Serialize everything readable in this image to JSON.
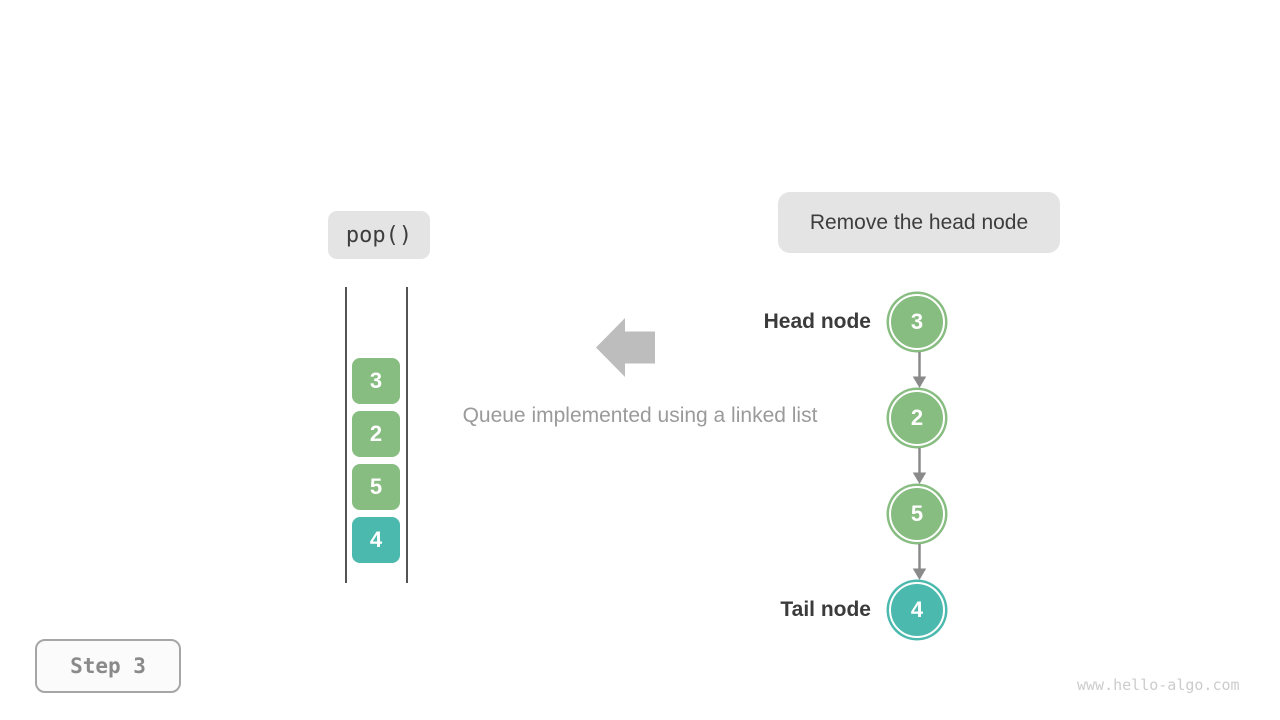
{
  "colors": {
    "page_bg": "#FFFFFF",
    "bubble_bg": "#E4E4E4",
    "bubble_text": "#3D3D3D",
    "green": "#87BD80",
    "teal": "#4BB9AE",
    "value_text": "#FFFFFF",
    "wall": "#545454",
    "big_arrow": "#BDBDBD",
    "muted_text": "#9A9A9A",
    "label_text": "#3B3B3B",
    "connector": "#8A8A8A",
    "step_border": "#A6A6A6",
    "step_bg": "#FBFBFB",
    "step_text": "#8A8A8A",
    "watermark_text": "#CCCCCC"
  },
  "operation_label": "pop()",
  "caption_bubble": "Remove the head node",
  "description": "Queue implemented using a linked list",
  "queue_view": {
    "items": [
      {
        "value": "3",
        "tone": "green"
      },
      {
        "value": "2",
        "tone": "green"
      },
      {
        "value": "5",
        "tone": "green"
      },
      {
        "value": "4",
        "tone": "teal"
      }
    ]
  },
  "linked_list": {
    "head_label": "Head node",
    "tail_label": "Tail node",
    "nodes": [
      {
        "value": "3",
        "tone": "green"
      },
      {
        "value": "2",
        "tone": "green"
      },
      {
        "value": "5",
        "tone": "green"
      },
      {
        "value": "4",
        "tone": "teal"
      }
    ]
  },
  "icons": {
    "left_block_arrow": "left-block-arrow",
    "node_connector": "down-arrow"
  },
  "step_badge": "Step 3",
  "watermark": "www.hello-algo.com"
}
